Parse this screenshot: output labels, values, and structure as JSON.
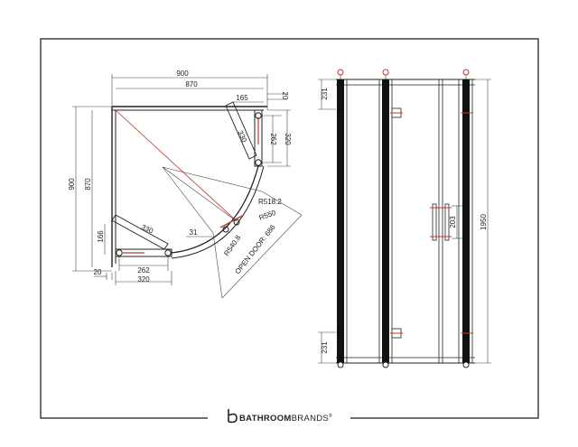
{
  "plan": {
    "width_outer": "900",
    "width_inner": "870",
    "top_gap": "20",
    "top_panel": "165",
    "top_panel_diag": "330",
    "right_262": "262",
    "right_320": "320",
    "height_outer": "900",
    "height_inner": "870",
    "left_166": "166",
    "left_panel_diag": "330",
    "bottom_31": "31",
    "bottom_262": "262",
    "bottom_320": "320",
    "bottom_gap": "20",
    "radius_518": "R518.2",
    "radius_550": "R550",
    "radius_540": "R540.8",
    "open_door": "OPEN DOOR: 686"
  },
  "elevation": {
    "top_231": "231",
    "bottom_231": "231",
    "handle_203": "203",
    "height_1950": "1950"
  },
  "brand": {
    "bold": "BATHROOM",
    "light": "BRANDS",
    "mark": "®"
  }
}
